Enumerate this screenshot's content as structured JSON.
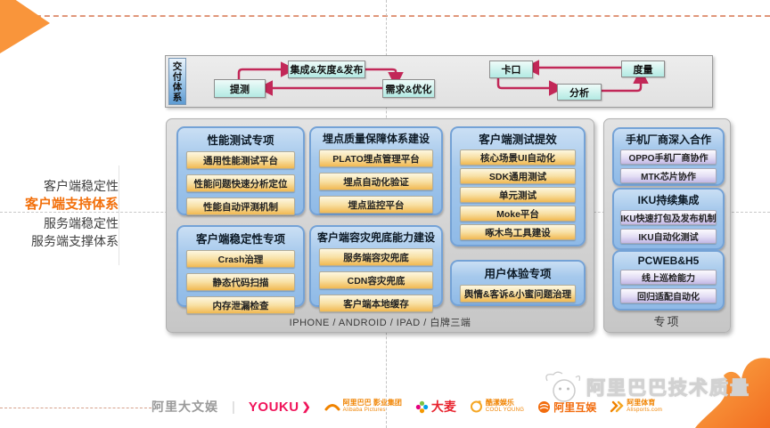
{
  "left_nav": {
    "items": [
      {
        "label": "客户端稳定性",
        "active": false
      },
      {
        "label": "客户端支持体系",
        "active": true
      },
      {
        "label": "服务端稳定性",
        "active": false
      },
      {
        "label": "服务端支撑体系",
        "active": false
      }
    ]
  },
  "delivery": {
    "label": "交付体系",
    "nodes": [
      {
        "id": "submit-test",
        "label": "提测"
      },
      {
        "id": "integration-gray-release",
        "label": "集成&灰度&发布"
      },
      {
        "id": "requirement-optimize",
        "label": "需求&优化"
      },
      {
        "id": "gate",
        "label": "卡口"
      },
      {
        "id": "analysis",
        "label": "分析"
      },
      {
        "id": "measure",
        "label": "度量"
      }
    ]
  },
  "main_board": {
    "caption": "IPHONE / ANDROID / IPAD / 白牌三端",
    "groups": [
      {
        "title": "性能测试专项",
        "items": [
          "通用性能测试平台",
          "性能问题快速分析定位",
          "性能自动评测机制"
        ]
      },
      {
        "title": "客户端稳定性专项",
        "items": [
          "Crash治理",
          "静态代码扫描",
          "内存泄漏检查"
        ]
      },
      {
        "title": "埋点质量保障体系建设",
        "items": [
          "PLATO埋点管理平台",
          "埋点自动化验证",
          "埋点监控平台"
        ]
      },
      {
        "title": "客户端容灾兜底能力建设",
        "items": [
          "服务端容灾兜底",
          "CDN容灾兜底",
          "客户端本地缓存"
        ]
      },
      {
        "title": "客户端测试提效",
        "items": [
          "核心场景UI自动化",
          "SDK通用测试",
          "单元测试",
          "Moke平台",
          "啄木鸟工具建设"
        ]
      },
      {
        "title": "用户体验专项",
        "items": [
          "舆情&客诉&小蜜问题治理"
        ]
      }
    ]
  },
  "side_board": {
    "caption": "专项",
    "groups": [
      {
        "title": "手机厂商深入合作",
        "items": [
          "OPPO手机厂商协作",
          "MTK芯片协作"
        ]
      },
      {
        "title": "IKU持续集成",
        "items": [
          "IKU快速打包及发布机制",
          "IKU自动化测试"
        ]
      },
      {
        "title": "PCWEB&H5",
        "items": [
          "线上巡检能力",
          "回归适配自动化"
        ]
      }
    ]
  },
  "footer": {
    "logos": [
      {
        "id": "ali-digital-media",
        "text": "阿里大文娱"
      },
      {
        "id": "divider",
        "text": "|"
      },
      {
        "id": "youku",
        "text": "YOUKU",
        "arrow": "❯"
      },
      {
        "id": "alibaba-pictures",
        "line1": "阿里巴巴 影业集团",
        "line2": "Alibaba Pictures"
      },
      {
        "id": "damai",
        "text": "大麦"
      },
      {
        "id": "coolyoung",
        "line1": "酷漾娱乐",
        "line2": "COOL YOUNG"
      },
      {
        "id": "ali-games",
        "text": "阿里互娱"
      },
      {
        "id": "alisports",
        "line1": "阿里体育",
        "line2": "Alisports.com"
      }
    ]
  },
  "watermark": {
    "text": "阿里巴巴技术质量"
  },
  "colors": {
    "accent_orange": "#f2700c",
    "arrow_crimson": "#c22858",
    "group_blue_border": "#74a2d6",
    "item_orange": "#f1b952",
    "item_lavender": "#c3b8e6",
    "board_gray": "#d2d2d2",
    "flow_node_cyan": "#b3eae3"
  }
}
